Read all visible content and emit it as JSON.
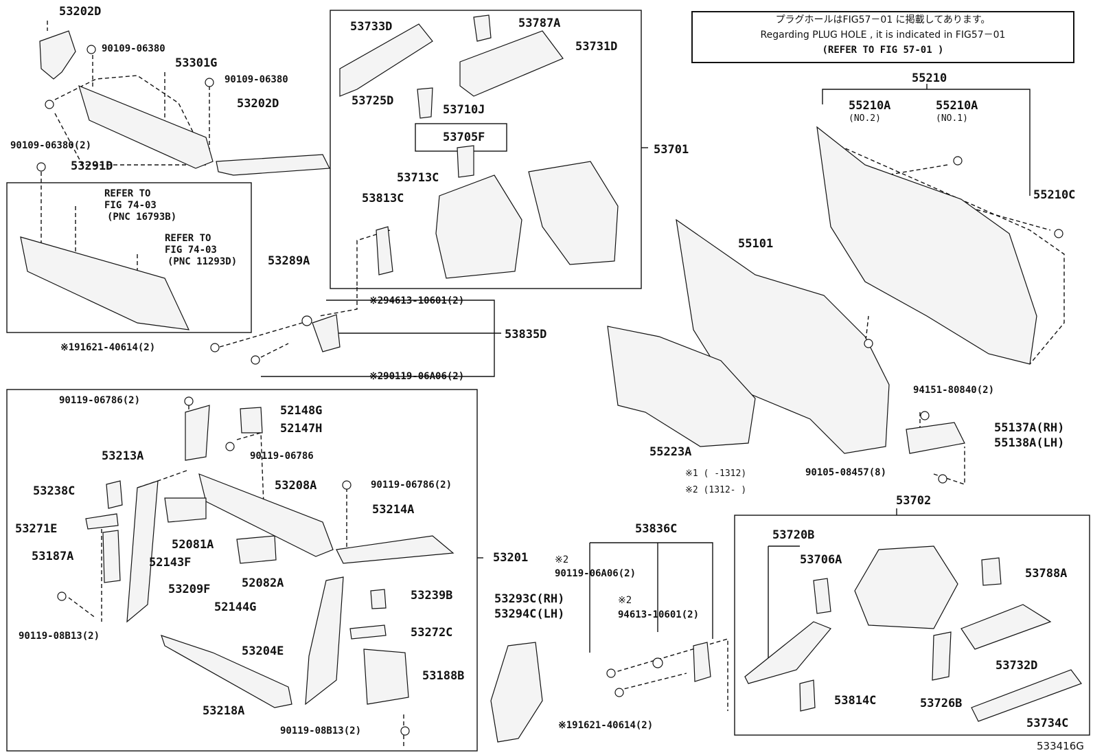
{
  "note": {
    "line1": "プラグホールはFIG57－01 に掲載してあります。",
    "line2": "Regarding PLUG HOLE , it is indicated in FIG57－01",
    "line3": "(REFER TO FIG 57-01 )"
  },
  "footnotes": {
    "n1": "※1 (      -1312)",
    "n2": "※2 (1312-      )"
  },
  "figure_code": "533416G",
  "refer_a": {
    "l1": "REFER TO",
    "l2": "FIG 74-03",
    "l3": "(PNC 16793B)"
  },
  "refer_b": {
    "l1": "REFER TO",
    "l2": "FIG 74-03",
    "l3": "(PNC 11293D)"
  },
  "labels": {
    "p53202D_a": "53202D",
    "p90109_06380_a": "90109-06380",
    "p53301G": "53301G",
    "p90109_06380_b": "90109-06380",
    "p53202D_b": "53202D",
    "p90109_06380_2": "90109-06380(2)",
    "p53291D": "53291D",
    "p53289A": "53289A",
    "p53733D": "53733D",
    "p53787A": "53787A",
    "p53731D": "53731D",
    "p53725D": "53725D",
    "p53710J": "53710J",
    "p53705F": "53705F",
    "p53713C": "53713C",
    "p53813C": "53813C",
    "p53701": "53701",
    "p294613": "※294613-10601(2)",
    "p191621_a": "※191621-40614(2)",
    "p53835D": "53835D",
    "p290119": "※290119-06A06(2)",
    "p55210": "55210",
    "p55210A_2": "55210A",
    "p55210A_2_sub": "(NO.2)",
    "p55210A_1": "55210A",
    "p55210A_1_sub": "(NO.1)",
    "p55210C": "55210C",
    "p55101": "55101",
    "p55223A": "55223A",
    "p94151": "94151-80840(2)",
    "p55137A": "55137A(RH)",
    "p55138A": "55138A(LH)",
    "p90105": "90105-08457(8)",
    "p53702": "53702",
    "p90119_06786_2a": "90119-06786(2)",
    "p52148G": "52148G",
    "p52147H": "52147H",
    "p90119_06786": "90119-06786",
    "p53213A": "53213A",
    "p53238C": "53238C",
    "p53208A": "53208A",
    "p90119_06786_2b": "90119-06786(2)",
    "p53271E": "53271E",
    "p53214A": "53214A",
    "p52081A": "52081A",
    "p53187A": "53187A",
    "p52143F": "52143F",
    "p53201": "53201",
    "p52082A": "52082A",
    "p53209F": "53209F",
    "p52144G": "52144G",
    "p53239B": "53239B",
    "p90119_08B13_a": "90119-08B13(2)",
    "p53272C": "53272C",
    "p53204E": "53204E",
    "p53188B": "53188B",
    "p53218A": "53218A",
    "p90119_08B13_b": "90119-08B13(2)",
    "p53836C": "53836C",
    "p53293C": "53293C(RH)",
    "p53294C": "53294C(LH)",
    "p_note2_a": "※2",
    "p90119_06A06": "90119-06A06(2)",
    "p_note2_b": "※2",
    "p94613": "94613-10601(2)",
    "p191621_b": "※191621-40614(2)",
    "p53720B": "53720B",
    "p53706A": "53706A",
    "p53788A": "53788A",
    "p53732D": "53732D",
    "p53726B": "53726B",
    "p53814C": "53814C",
    "p53734C": "53734C"
  }
}
